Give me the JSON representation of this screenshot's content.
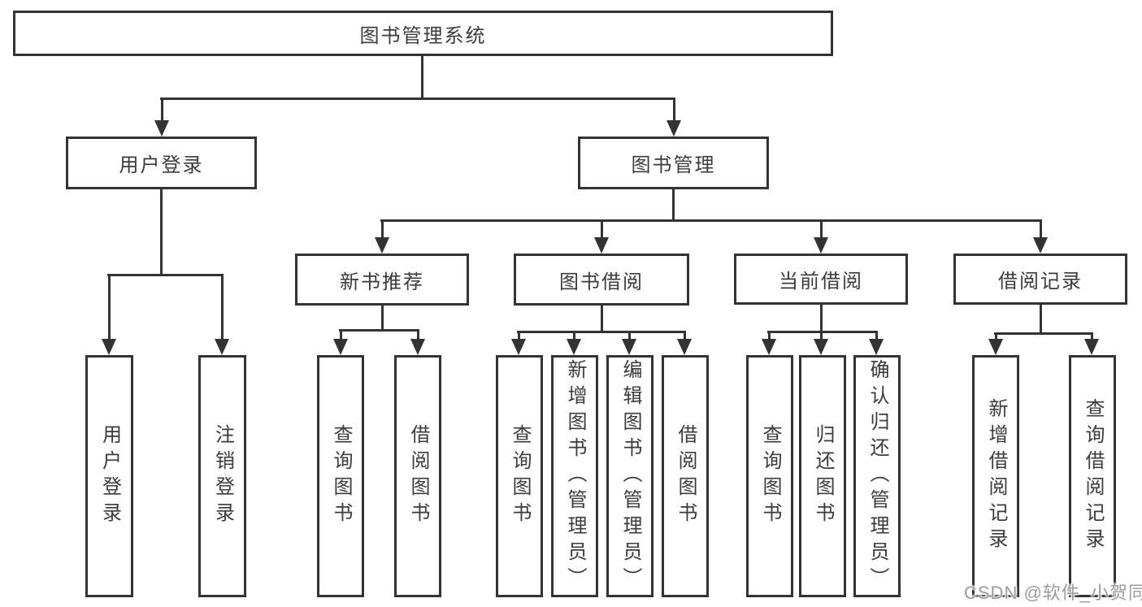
{
  "diagram": {
    "title": "图书管理系统",
    "branches": {
      "user_login": {
        "label": "用户登录",
        "children": [
          {
            "label": "用户登录"
          },
          {
            "label": "注销登录"
          }
        ]
      },
      "book_management": {
        "label": "图书管理",
        "sections": [
          {
            "label": "新书推荐",
            "children": [
              {
                "label": "查询图书"
              },
              {
                "label": "借阅图书"
              }
            ]
          },
          {
            "label": "图书借阅",
            "children": [
              {
                "label": "查询图书"
              },
              {
                "label": "新增图书（管理员）"
              },
              {
                "label": "编辑图书（管理员）"
              },
              {
                "label": "借阅图书"
              }
            ]
          },
          {
            "label": "当前借阅",
            "children": [
              {
                "label": "查询图书"
              },
              {
                "label": "归还图书"
              },
              {
                "label": "确认归还（管理员）"
              }
            ]
          },
          {
            "label": "借阅记录",
            "children": [
              {
                "label": "新增借阅记录"
              },
              {
                "label": "查询借阅记录"
              }
            ]
          }
        ]
      }
    },
    "watermark": "CSDN @软件_小贺同学",
    "colors": {
      "line": "#333333",
      "box_border": "#333333",
      "text": "#3b3b3b",
      "watermark": "#9c9c9c",
      "background": "#ffffff"
    }
  }
}
